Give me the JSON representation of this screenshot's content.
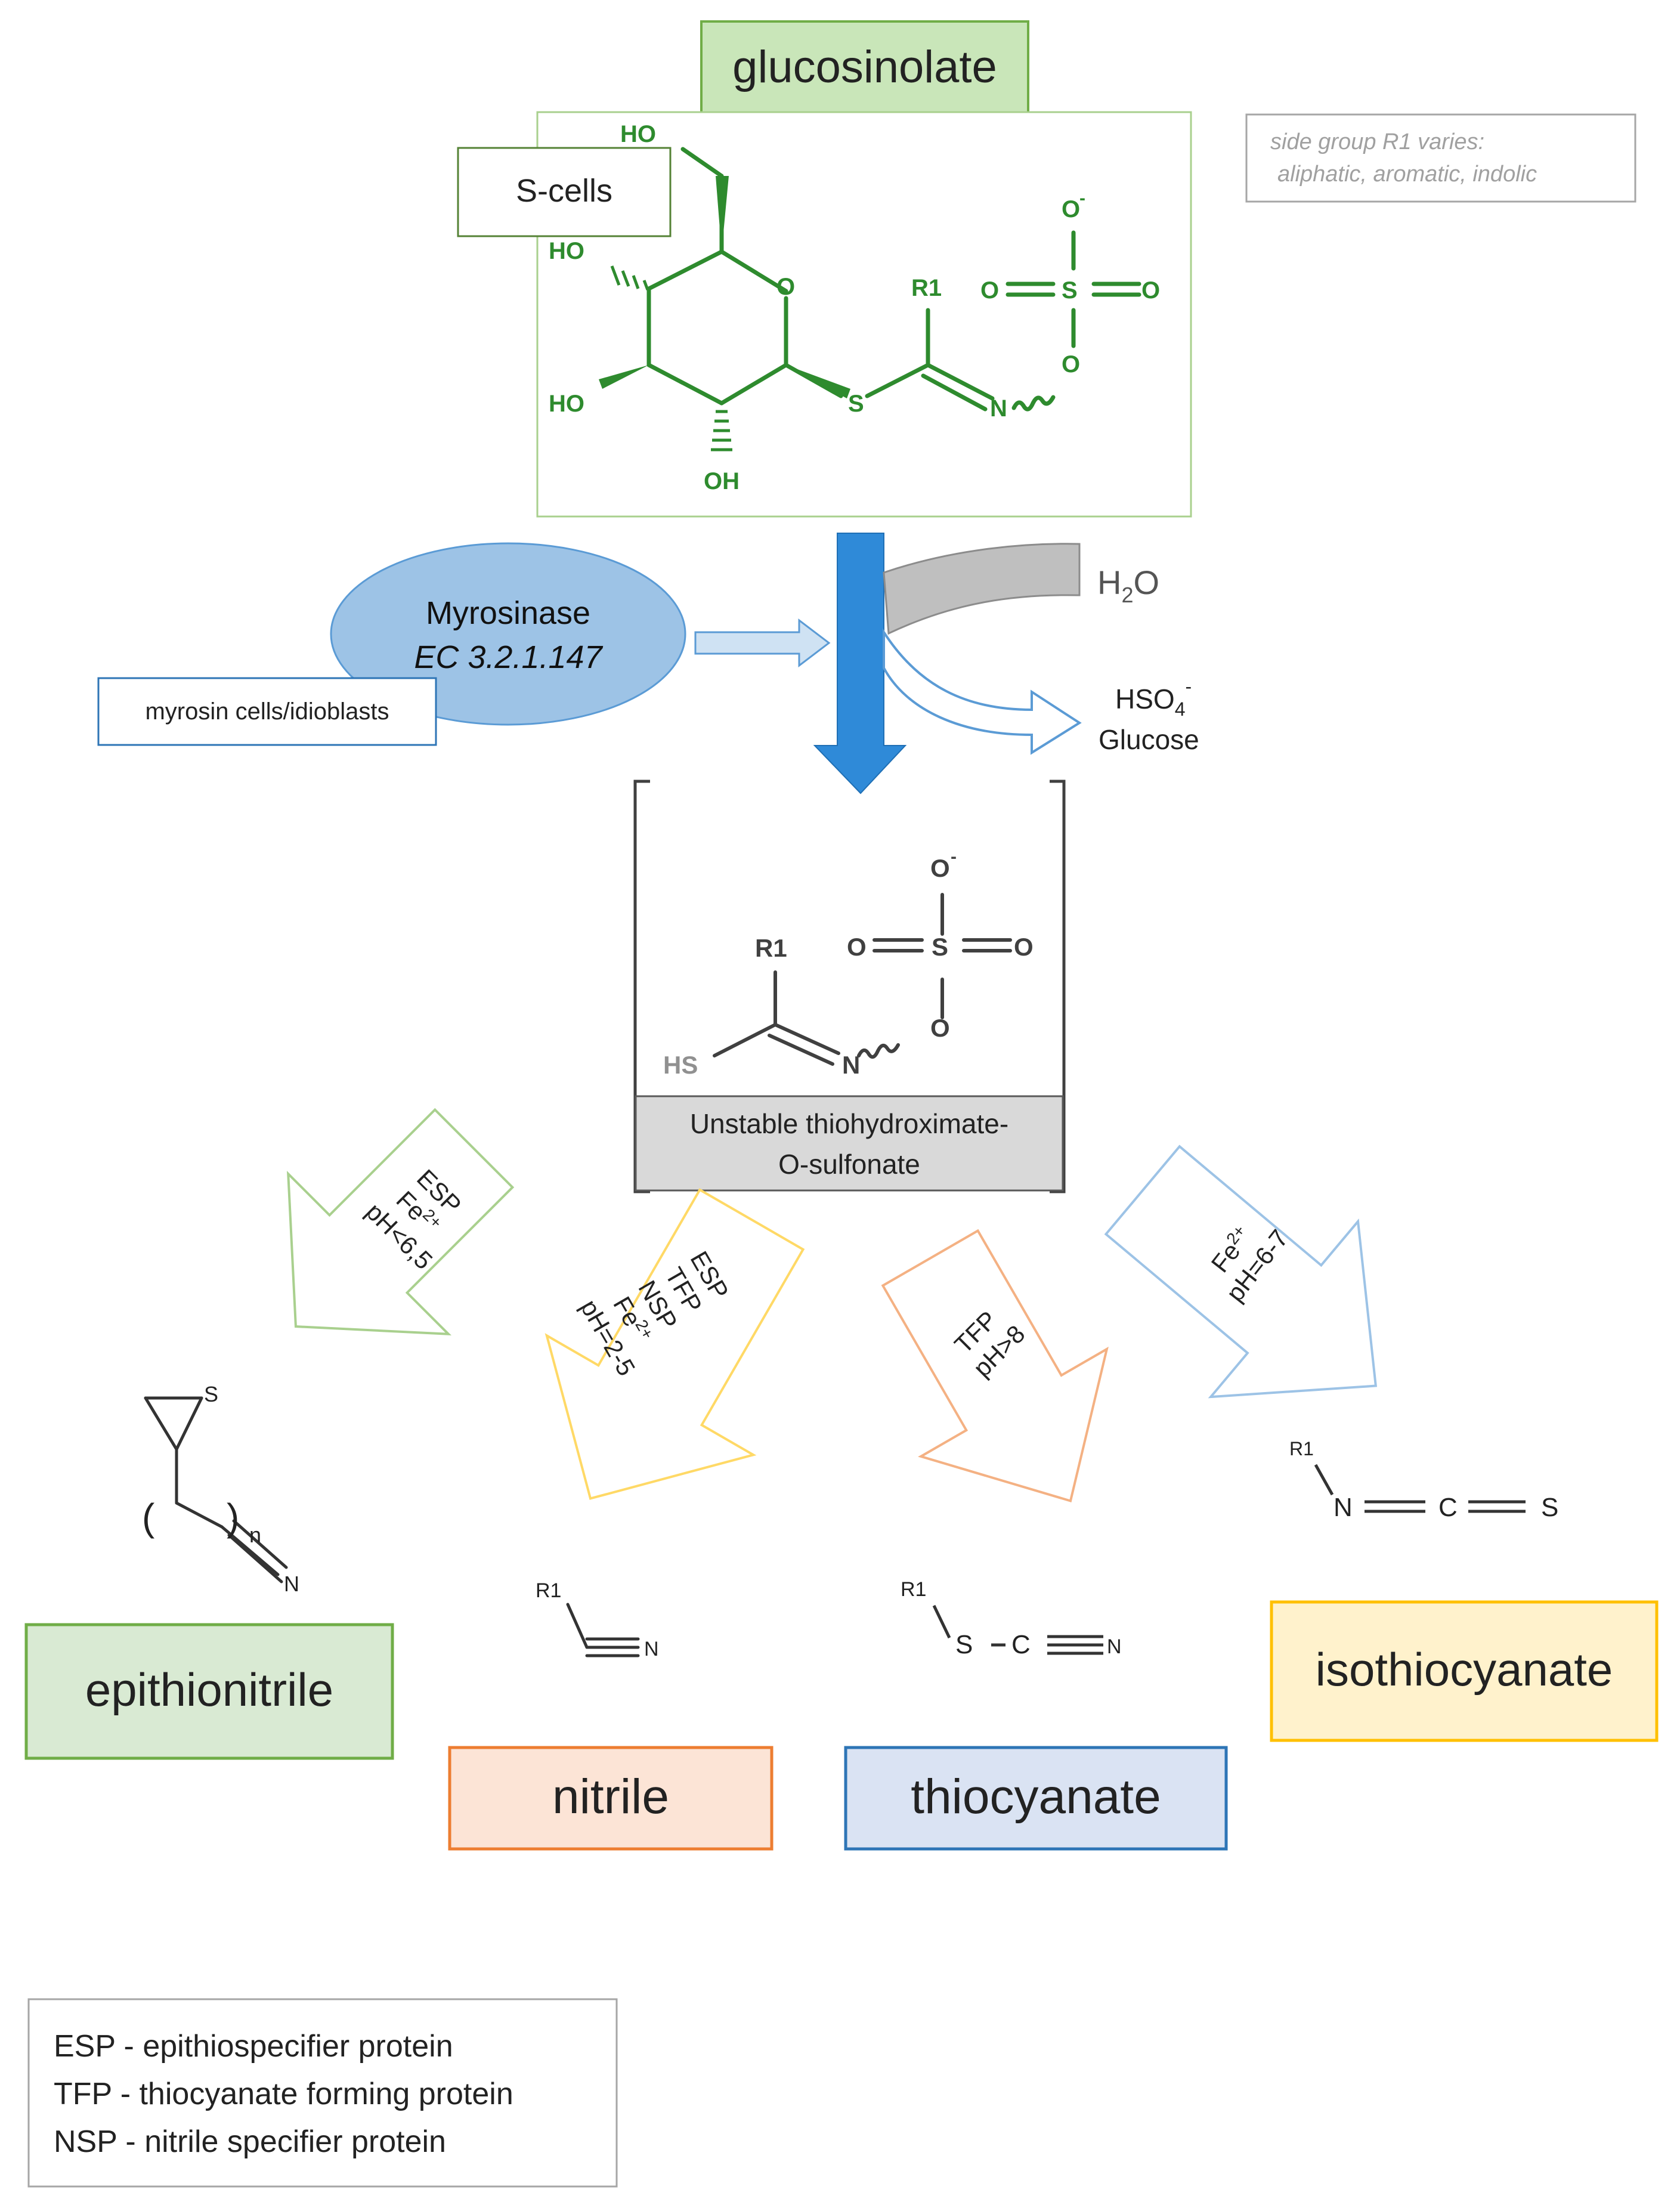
{
  "title": "glucosinolate",
  "scells_label": "S-cells",
  "side_note": [
    "side group R1 varies:",
    "aliphatic, aromatic, indolic"
  ],
  "glucosinolate_structure": {
    "ho_top": "HO",
    "ho_left": "HO",
    "ho_bottom_left": "HO",
    "oh_bottom": "OH",
    "ring_o": "O",
    "s": "S",
    "r1": "R1",
    "n": "N",
    "o_link": "O",
    "o_minus": "O",
    "o_left": "O",
    "o_right": "O",
    "s_center": "S"
  },
  "enzyme": {
    "name": "Myrosinase",
    "ec": "EC 3.2.1.147",
    "cells": "myrosin cells/idioblasts"
  },
  "reactants": {
    "water": "H",
    "water_sub": "2",
    "water_o": "O",
    "hso4": "HSO",
    "hso4_sub": "4",
    "hso4_sup": "-",
    "glucose": "Glucose"
  },
  "intermediate": {
    "label_line1": "Unstable thiohydroximate-",
    "label_line2": "O-sulfonate",
    "hs": "HS",
    "r1": "R1",
    "n": "N",
    "o_link": "O",
    "o_minus": "O",
    "o_left": "O",
    "o_right": "O",
    "s_center": "S"
  },
  "conditions": {
    "epithionitrile": [
      "ESP",
      "Fe2+",
      "pH<6,5"
    ],
    "nitrile": [
      "ESP",
      "TFP",
      "NSP",
      "Fe2+",
      "pH=2-5"
    ],
    "thiocyanate": [
      "TFP",
      "pH>8"
    ],
    "isothiocyanate": [
      "Fe2+",
      "pH=6-7"
    ]
  },
  "products": {
    "epithionitrile": "epithionitrile",
    "nitrile": "nitrile",
    "thiocyanate": "thiocyanate",
    "isothiocyanate": "isothiocyanate"
  },
  "product_structures": {
    "epi_s": "S",
    "epi_n": "N",
    "epi_paren_open": "(",
    "epi_paren_close": ")",
    "epi_sub": "n",
    "nit_r1": "R1",
    "nit_n": "N",
    "thio_r1": "R1",
    "thio_s": "S",
    "thio_c": "C",
    "thio_n": "N",
    "iso_r1": "R1",
    "iso_n": "N",
    "iso_c": "C",
    "iso_s": "S"
  },
  "legend": [
    "ESP - epithiospecifier protein",
    "TFP - thiocyanate forming protein",
    "NSP - nitrile specifier protein"
  ],
  "colors": {
    "green": "#70ad47",
    "green_fill": "#d9ead3",
    "orange": "#ed7d31",
    "orange_fill": "#fce4d6",
    "blue": "#5b9bd5",
    "blue_fill": "#dae3f3",
    "yellow": "#ffc000",
    "yellow_fill": "#fff2cc",
    "gray_fill": "#d9d9d9",
    "arrow_blue": "#2f8ad8"
  }
}
